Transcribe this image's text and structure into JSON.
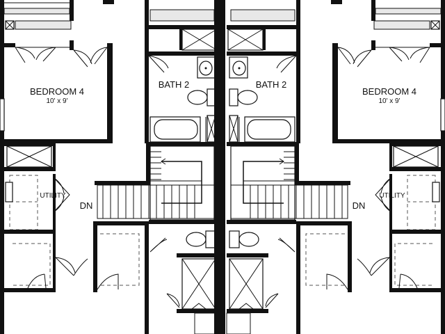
{
  "floorplan": {
    "rooms": {
      "bedroom_left": {
        "name": "BEDROOM 4",
        "size": "10' x 9'"
      },
      "bedroom_right": {
        "name": "BEDROOM 4",
        "size": "10' x 9'"
      },
      "bath_left": {
        "name": "BATH 2"
      },
      "bath_right": {
        "name": "BATH 2"
      },
      "utility_left": {
        "name": "UTILITY"
      },
      "utility_right": {
        "name": "UTILITY"
      }
    },
    "stairs": {
      "left_label": "DN",
      "right_label": "DN"
    }
  }
}
